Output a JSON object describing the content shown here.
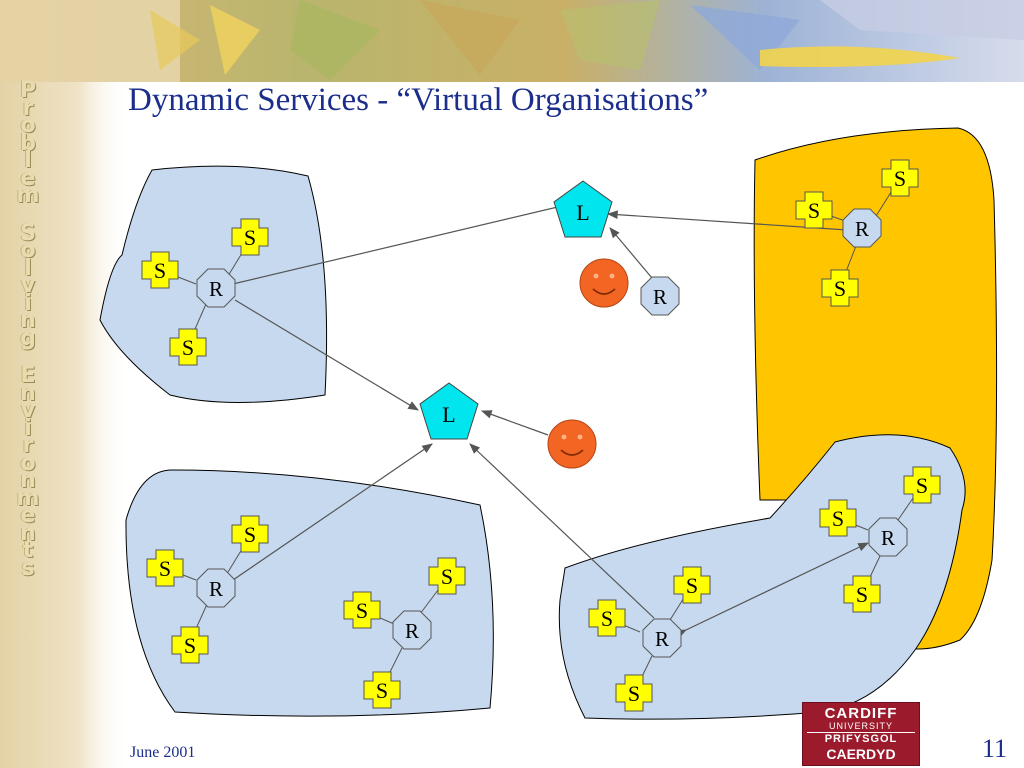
{
  "slide": {
    "title": "Dynamic Services - “Virtual Organisations”",
    "side_banner": "Problem Solving Environments",
    "footer_date": "June 2001",
    "page_number": "11",
    "logo": {
      "line1": "CARDIFF",
      "line2": "UNIVERSITY",
      "line3": "PRIFYSGOL",
      "line4": "CAERDYD"
    }
  },
  "diagram": {
    "colors": {
      "region_blue": "#c6d9ef",
      "region_gold": "#ffc600",
      "l_node": "#00e5ee",
      "r_node": "#c6d9ef",
      "s_node": "#ffff00",
      "smiley": "#f26522",
      "line": "#555555"
    },
    "labels": {
      "l": "L",
      "r": "R",
      "s": "S"
    }
  }
}
